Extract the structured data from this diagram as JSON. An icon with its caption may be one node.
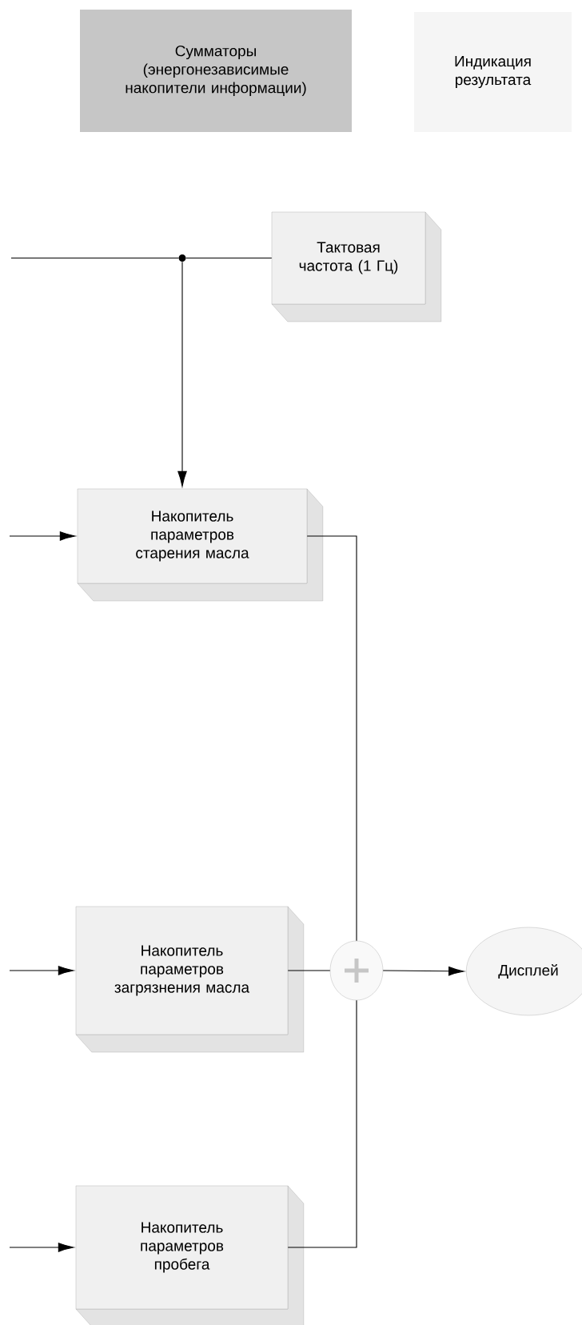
{
  "diagram": {
    "nodes": [
      {
        "text": [
          "Сумматоры (энергонезависимые накопители информации)"
        ]
      },
      {
        "text": [
          "Индикация результата"
        ]
      },
      {
        "text": [
          "Тактовая частота (1 Гц)"
        ]
      },
      {
        "text": [],
        "shape": "circle"
      },
      {
        "text": [
          "Накопитель параметров старения масла"
        ]
      },
      {
        "text": [
          "Накопитель параметров загрязнения масла"
        ]
      },
      {
        "text": [
          "Накопитель параметров пробега"
        ]
      },
      {
        "text": [],
        "shape": "circle"
      },
      {
        "text": [
          "Дисплей"
        ]
      }
    ],
    "edges": [
      {
        "from": 2,
        "to": 3,
        "arrow": "none"
      },
      {
        "from": 3,
        "to": null,
        "arrow": "none"
      },
      {
        "from": 3,
        "to": 4,
        "arrow": "to"
      },
      {
        "from": null,
        "to": 4,
        "arrow": "to"
      },
      {
        "from": null,
        "to": 5,
        "arrow": "to"
      },
      {
        "from": null,
        "to": 6,
        "arrow": "to"
      },
      {
        "from": 4,
        "to": 7,
        "arrow": "none"
      },
      {
        "from": 5,
        "to": 7,
        "arrow": "none"
      },
      {
        "from": 6,
        "to": 7,
        "arrow": "none"
      },
      {
        "from": 7,
        "to": 8,
        "arrow": "to"
      }
    ]
  }
}
